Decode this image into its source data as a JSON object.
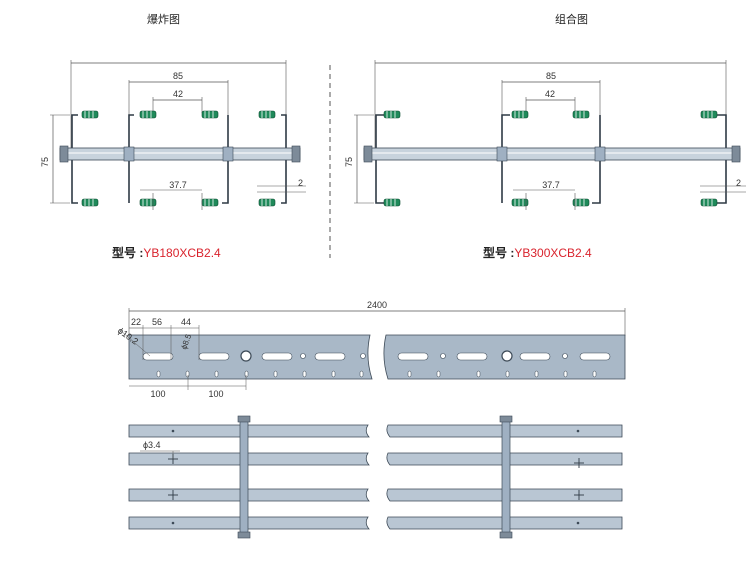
{
  "titles": {
    "exploded": "爆炸图",
    "assembled": "组合图"
  },
  "models": {
    "label": "型号 :",
    "left_code": "YB180XCB2.4",
    "right_code": "YB300XCB2.4"
  },
  "dims": {
    "width_85": "85",
    "inner_42": "42",
    "height_75": "75",
    "gap_2": "2",
    "offset_37_7": "37.7",
    "length_2400": "2400",
    "d_22": "22",
    "d_56": "56",
    "d_44": "44",
    "d_100": "100",
    "phi_10_2": "ϕ10.2",
    "phi_8_5": "ϕ8.5",
    "phi_3_4": "ϕ3.4"
  },
  "colors": {
    "rail_fill": "#9fb0c2",
    "rail_stroke": "#3d4a57",
    "roller_fill": "#c8d3dd",
    "clip_green": "#1f8a5a",
    "accent_red": "#d9232d"
  }
}
